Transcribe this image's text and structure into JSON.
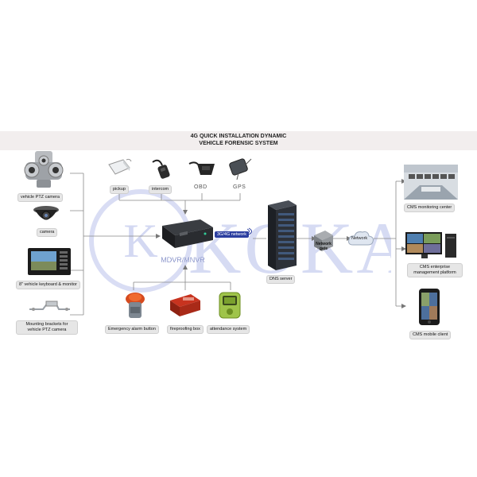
{
  "watermark": "KOKAI",
  "title": {
    "line1": "4G QUICK INSTALLATION DYNAMIC",
    "line2": "VEHICLE FORENSIC SYSTEM"
  },
  "left_devices": [
    {
      "label": "vehicle PTZ camera"
    },
    {
      "label": "camera"
    },
    {
      "label": "8\" vehicle keyboard & monitor"
    },
    {
      "label": "Mounting brackets for vehicle PTZ camera"
    }
  ],
  "top_devices": [
    {
      "label": "pickup"
    },
    {
      "label": "intercom"
    },
    {
      "label": "OBD"
    },
    {
      "label": "GPS"
    }
  ],
  "bottom_devices": [
    {
      "label": "Emergency alarm button"
    },
    {
      "label": "fireproofing box"
    },
    {
      "label": "attendance system"
    }
  ],
  "center": {
    "mdvr_label": "MDVR/MNVR",
    "network_label": "3G/4G network"
  },
  "dns_server": "DNS server",
  "network_gate": "Network gate",
  "network": "Network",
  "right_devices": [
    {
      "label": "CMS monitoring center"
    },
    {
      "label": "CMS enterprise management platform"
    },
    {
      "label": "CMS mobile client"
    }
  ]
}
